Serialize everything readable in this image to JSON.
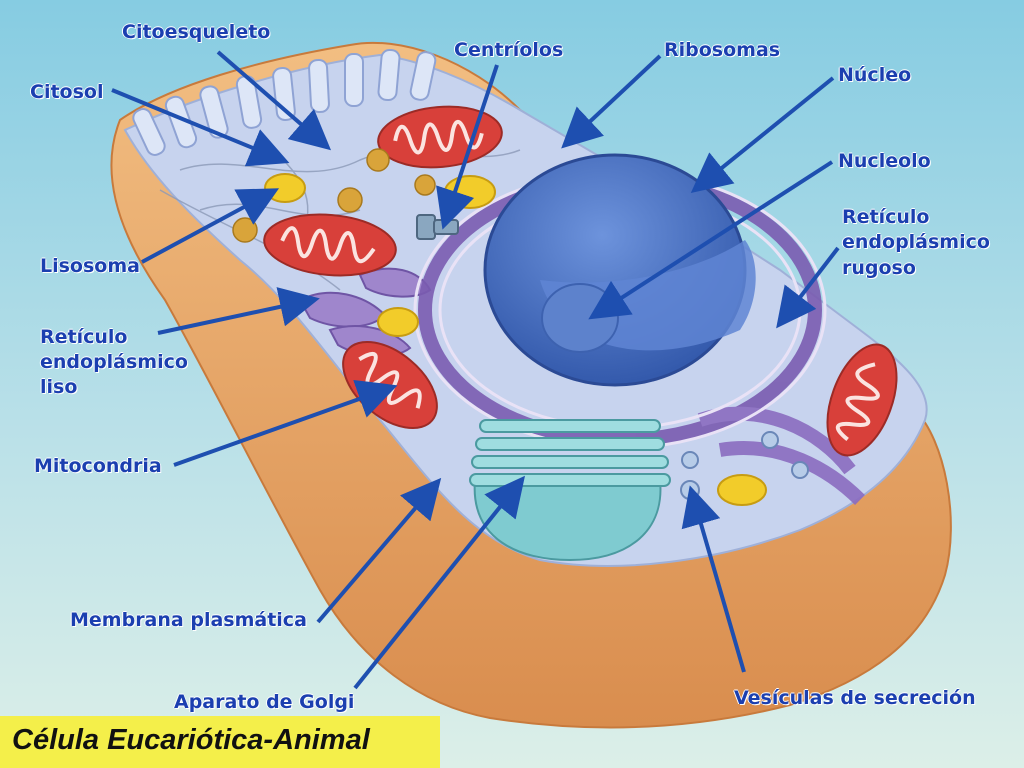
{
  "title": "Célula Eucariótica-Animal",
  "labels": {
    "citoesqueleto": "Citoesqueleto",
    "citosol": "Citosol",
    "centriolos": "Centríolos",
    "ribosomas": "Ribosomas",
    "nucleo": "Núcleo",
    "nucleolo": "Nucleolo",
    "rer_1": "Retículo",
    "rer_2": "endoplásmico",
    "rer_3": "rugoso",
    "lisosoma": "Lisosoma",
    "rel_1": "Retículo",
    "rel_2": "endoplásmico",
    "rel_3": "liso",
    "mitocondria": "Mitocondria",
    "membrana": "Membrana plasmática",
    "golgi": "Aparato de Golgi",
    "vesiculas": "Vesículas de secreción"
  },
  "colors": {
    "background_top": "#8fd0e4",
    "background_bottom": "#d6ece6",
    "membrane": "#e8a764",
    "cytosol": "#c7d3ee",
    "nucleus": "#4f78c9",
    "mitochondria": "#d8403a",
    "golgi": "#7fcbd0",
    "er": "#8a6db8",
    "lysosome": "#f2cc2a",
    "label_text": "#1b3fb0",
    "arrow": "#1e4fb0",
    "title_bg": "#f4ef4a"
  }
}
